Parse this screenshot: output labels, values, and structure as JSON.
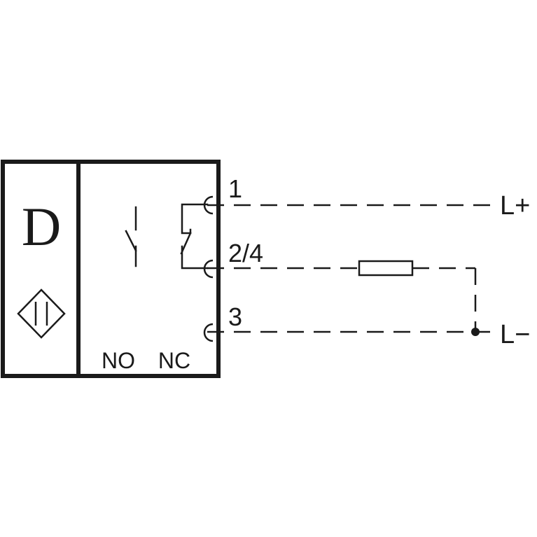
{
  "sensor": {
    "type_letter": "D",
    "symbol_icon": "inductive-sensor-diamond-icon",
    "contacts": {
      "no_label": "NO",
      "nc_label": "NC"
    }
  },
  "terminals": [
    {
      "label": "1"
    },
    {
      "label": "2/4"
    },
    {
      "label": "3"
    }
  ],
  "supply": {
    "positive_label": "L+",
    "negative_label": "L−"
  },
  "load": {
    "icon": "resistor-load-icon"
  },
  "colors": {
    "line": "#1a1a1a",
    "background": "#ffffff"
  }
}
